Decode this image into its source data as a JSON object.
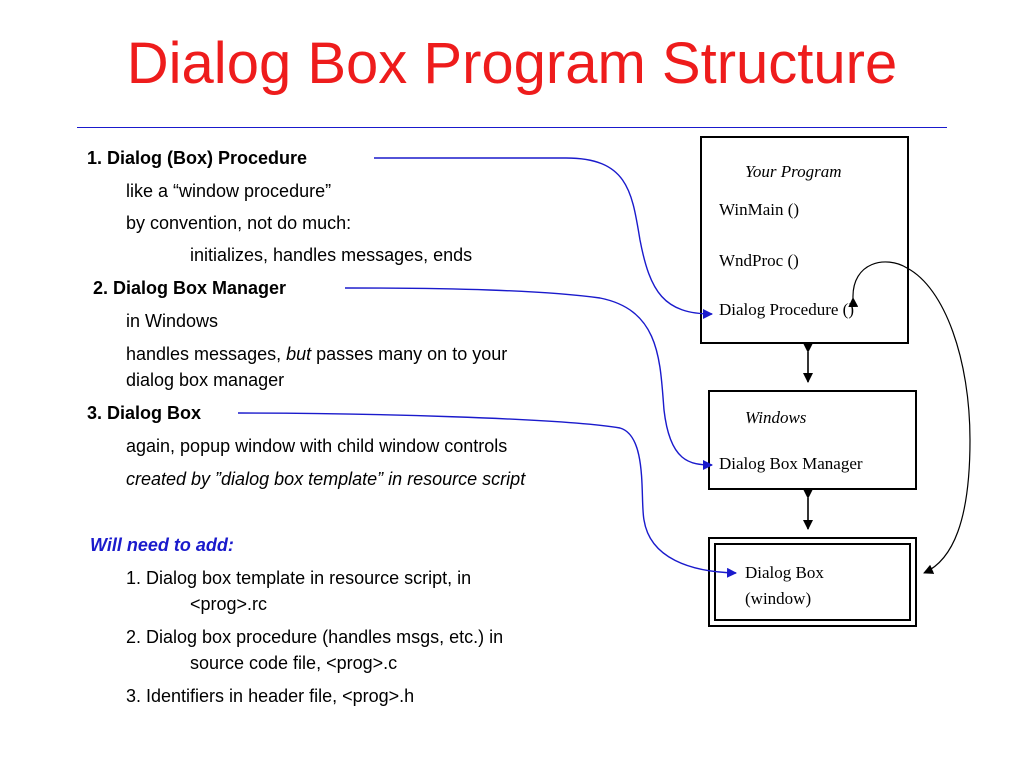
{
  "title": "Dialog Box Program Structure",
  "items": {
    "i1_head": "1. Dialog (Box) Procedure",
    "i1_l1": "like a “window procedure”",
    "i1_l2": "by convention, not do much:",
    "i1_l3": "initializes, handles messages, ends",
    "i2_head": "2. Dialog Box Manager",
    "i2_l1": "in Windows",
    "i2_l2_a": "handles messages, ",
    "i2_l2_b": "but",
    "i2_l2_c": " passes many on to your",
    "i2_l3": "dialog box manager",
    "i3_head": "3. Dialog Box",
    "i3_l1": "again, popup window with child window controls",
    "i3_l2": "created by ”dialog box template” in resource script"
  },
  "needs": {
    "heading": "Will need to add:",
    "n1_a": "1. Dialog box template in resource script, in",
    "n1_b": "<prog>.rc",
    "n2_a": "2.  Dialog box procedure (handles msgs, etc.) in",
    "n2_b": "source code file, <prog>.c",
    "n3": "3.  Identifiers in header file, <prog>.h"
  },
  "diagram": {
    "program_title": "Your Program",
    "winmain": "WinMain ()",
    "wndproc": "WndProc ()",
    "dlgproc": "Dialog Procedure ()",
    "windows_title": "Windows",
    "dlgmgr": "Dialog Box Manager",
    "dlgbox_l1": "Dialog Box",
    "dlgbox_l2": "(window)"
  },
  "colors": {
    "title": "#ee1c1c",
    "accent_blue": "#1a1acc"
  }
}
